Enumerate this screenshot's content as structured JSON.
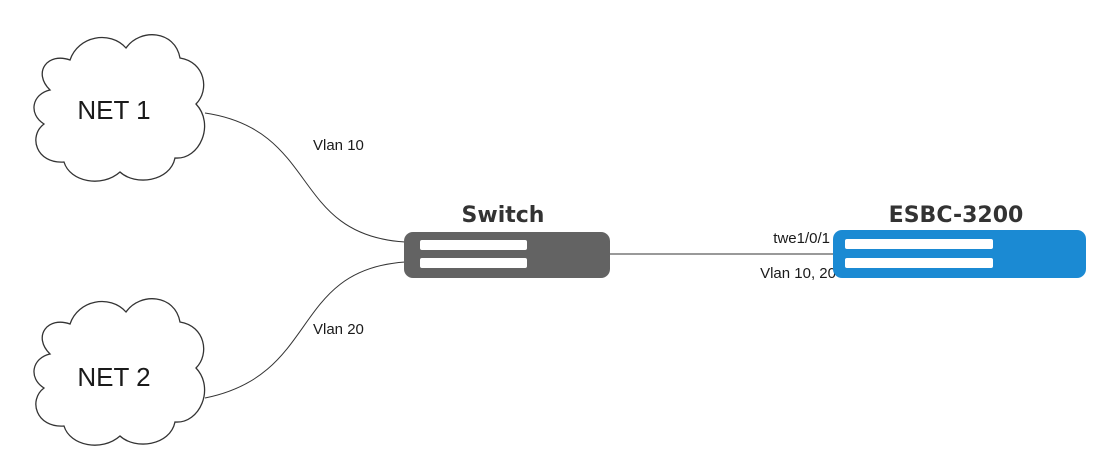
{
  "clouds": {
    "net1": {
      "label": "NET 1"
    },
    "net2": {
      "label": "NET 2"
    }
  },
  "links": {
    "net1_switch": {
      "label": "Vlan 10"
    },
    "net2_switch": {
      "label": "Vlan 20"
    },
    "switch_esbc": {
      "port_label": "twe1/0/1",
      "vlan_label": "Vlan 10, 20"
    }
  },
  "devices": {
    "switch": {
      "title": "Switch",
      "color": "#636363"
    },
    "esbc": {
      "title": "ESBC-3200",
      "color": "#1b8ad3"
    }
  }
}
